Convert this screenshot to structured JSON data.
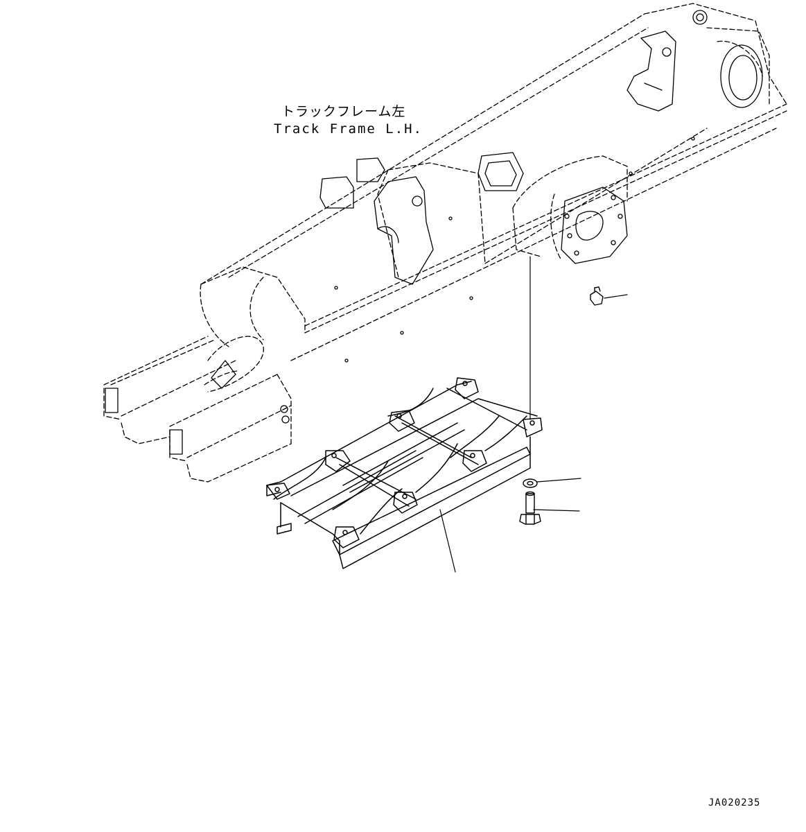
{
  "callout": {
    "label_ja": "トラックフレーム左",
    "label_en": "Track Frame L.H."
  },
  "drawing_id": "JA020235",
  "colors": {
    "line": "#000000",
    "background": "#ffffff"
  }
}
